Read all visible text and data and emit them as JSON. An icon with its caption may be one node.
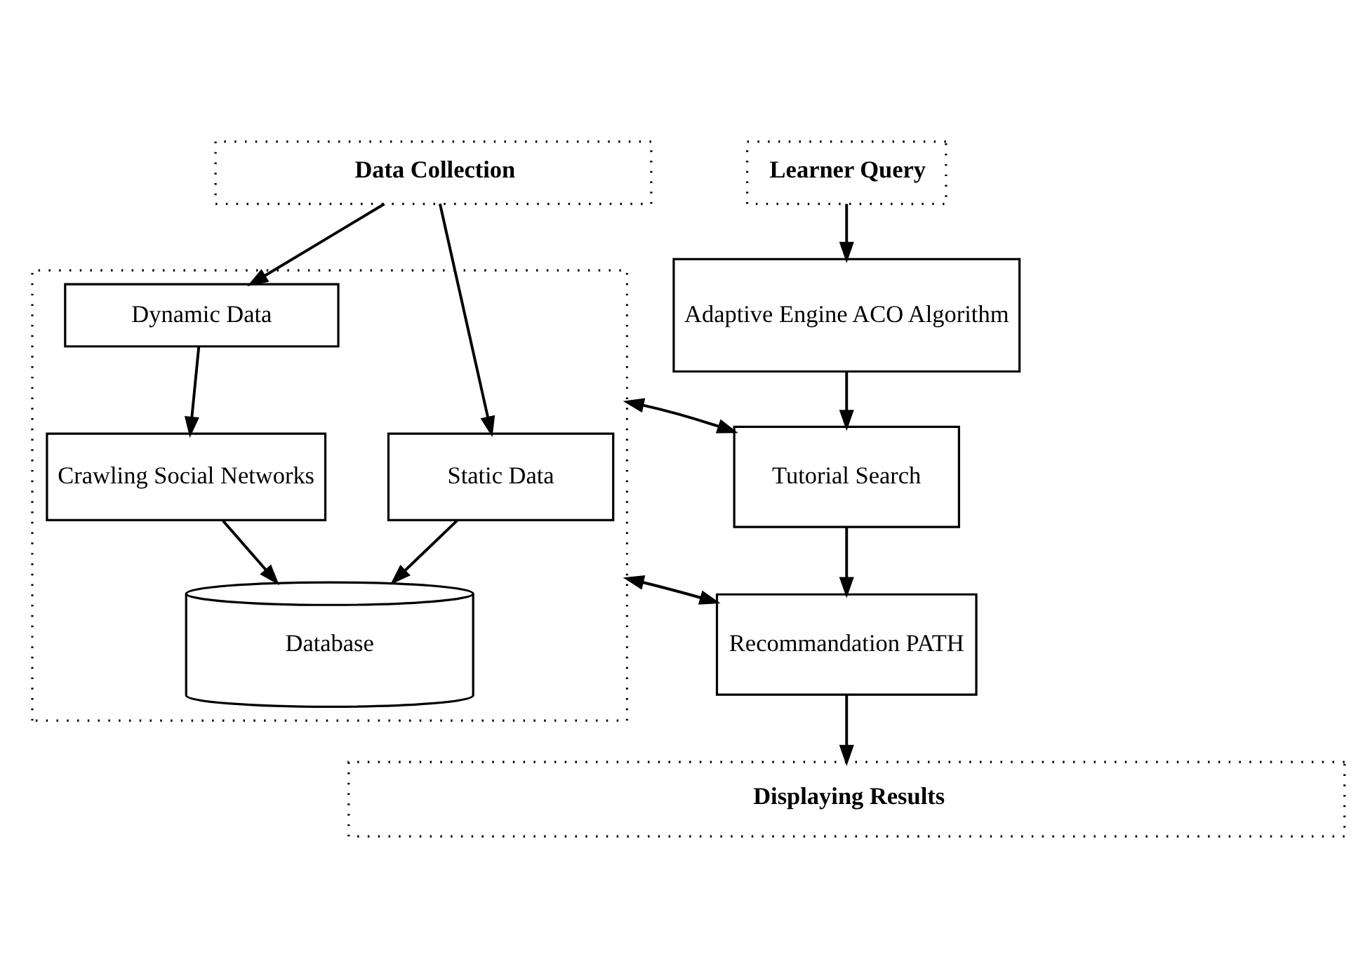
{
  "diagram": {
    "nodes": [
      {
        "text": [
          "Data Collection"
        ]
      },
      {
        "text": [
          "Learner Query"
        ]
      },
      {
        "text": [],
        "shape": "box"
      },
      {
        "text": [
          "Dynamic Data"
        ],
        "in": 2
      },
      {
        "text": [
          "Static Data"
        ],
        "in": 2
      },
      {
        "text": [
          "Crawling Social Networks"
        ],
        "in": 2
      },
      {
        "text": [
          "Database"
        ],
        "in": 2
      },
      {
        "text": [
          "Adaptive Engine ACO Algorithm"
        ]
      },
      {
        "text": [
          "Tutorial Search"
        ]
      },
      {
        "text": [
          "Recommandation PATH"
        ]
      },
      {
        "text": [
          "Displaying Results"
        ]
      }
    ],
    "edges": [
      {
        "from": 0,
        "to": 3,
        "arrow": "to"
      },
      {
        "from": 0,
        "to": 4,
        "arrow": "to"
      },
      {
        "from": 3,
        "to": 5,
        "arrow": "to"
      },
      {
        "from": 5,
        "to": 6,
        "arrow": "to"
      },
      {
        "from": 4,
        "to": 6,
        "arrow": "to"
      },
      {
        "from": 1,
        "to": 7,
        "arrow": "to"
      },
      {
        "from": 7,
        "to": 8,
        "arrow": "to"
      },
      {
        "from": 8,
        "to": 9,
        "arrow": "to"
      },
      {
        "from": 9,
        "to": 10,
        "arrow": "to"
      },
      {
        "from": 8,
        "to": 2,
        "arrow": "both"
      },
      {
        "from": 9,
        "to": 2,
        "arrow": "both"
      }
    ]
  }
}
